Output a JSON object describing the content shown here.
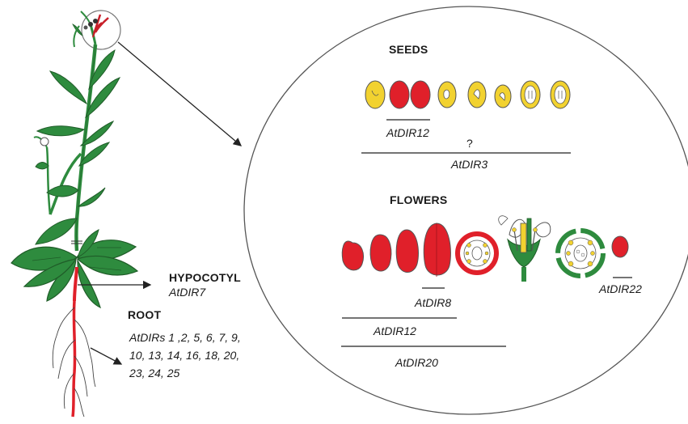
{
  "figure": {
    "plant": {
      "hypocotyl_label": "HYPOCOTYL",
      "hypocotyl_gene": "AtDIR7",
      "root_label": "ROOT",
      "root_genes_lines": [
        "AtDIRs 1 ,2, 5, 6, 7, 9,",
        "10, 13, 14, 16, 18, 20,",
        "23, 24, 25"
      ]
    },
    "zoom": {
      "seeds_label": "SEEDS",
      "seed_genes": [
        "AtDIR12",
        "?",
        "AtDIR3"
      ],
      "flowers_label": "FLOWERS",
      "flower_genes": [
        "AtDIR8",
        "AtDIR22",
        "AtDIR12",
        "AtDIR20"
      ]
    },
    "colors": {
      "plant_green": "#2e8b3e",
      "dark_green": "#1f6b2e",
      "expression_red": "#e0202a",
      "seed_yellow": "#f2d230",
      "outline": "#333333"
    }
  }
}
